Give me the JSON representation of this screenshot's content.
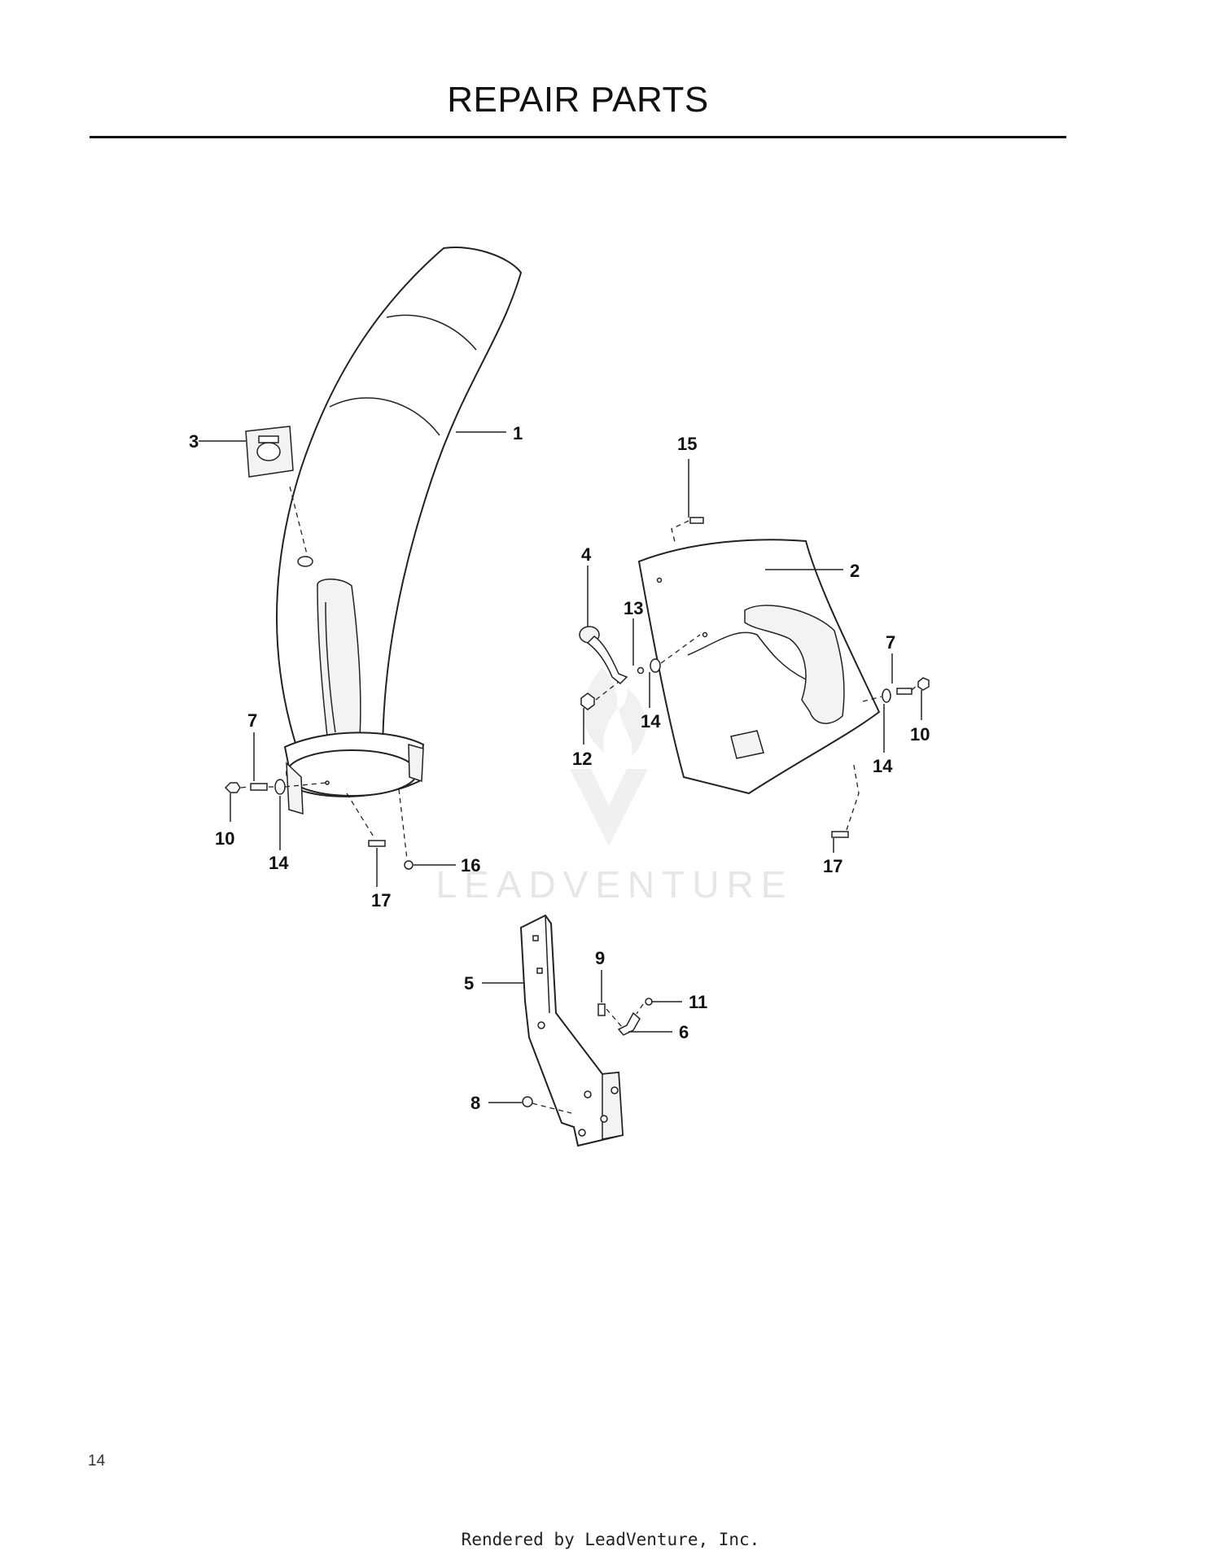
{
  "header": {
    "title": "REPAIR PARTS"
  },
  "callouts": [
    "1",
    "2",
    "3",
    "4",
    "5",
    "6",
    "7",
    "7",
    "8",
    "9",
    "10",
    "10",
    "11",
    "12",
    "13",
    "14",
    "14",
    "14",
    "15",
    "16",
    "17",
    "17"
  ],
  "watermark": {
    "text": "LEADVENTURE"
  },
  "page": {
    "number": "14"
  },
  "footer": {
    "text": "Rendered by LeadVenture, Inc."
  }
}
